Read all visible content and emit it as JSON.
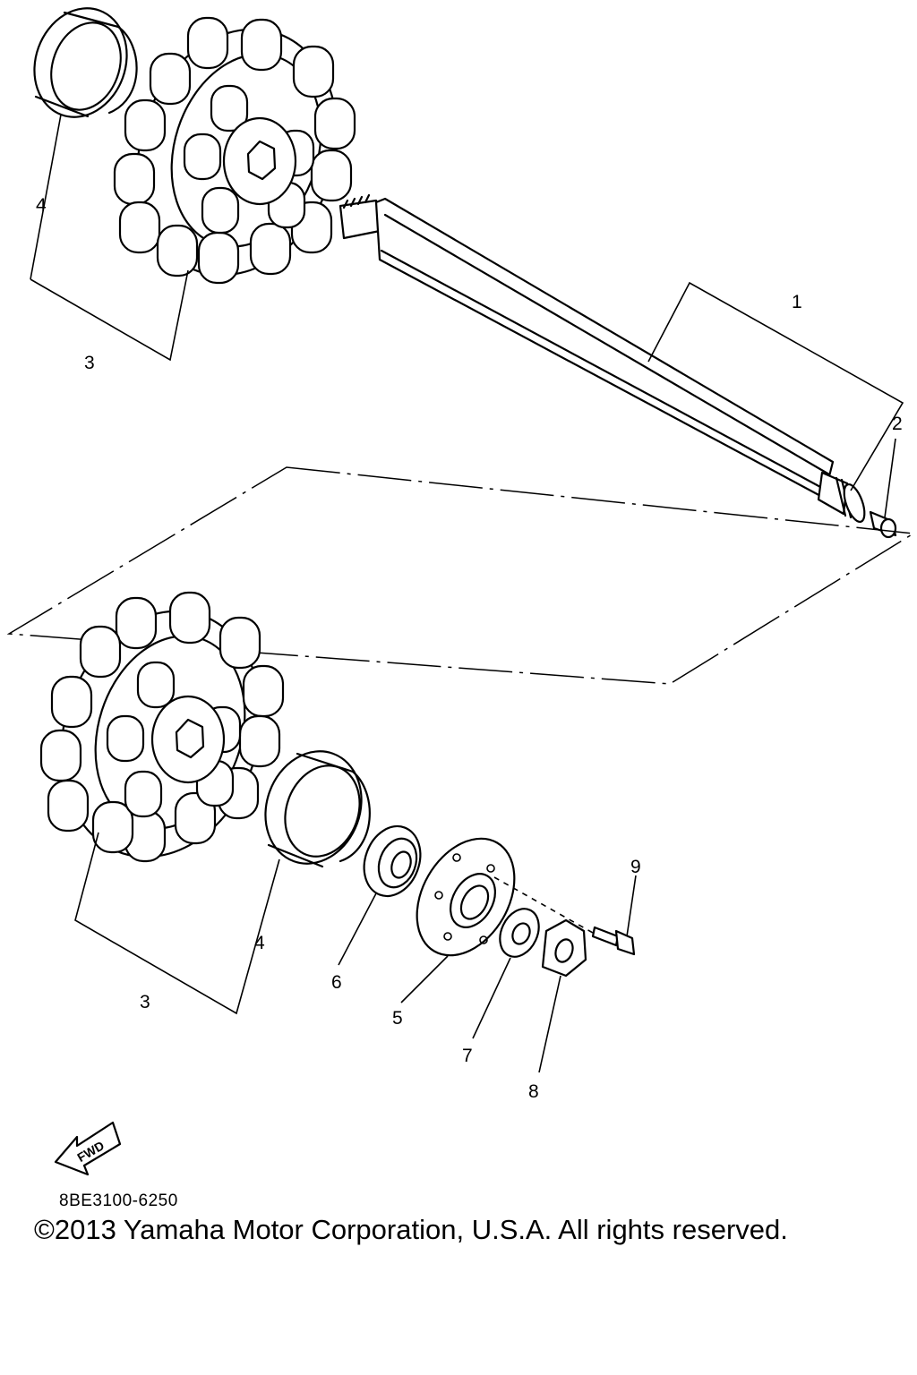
{
  "diagram": {
    "callouts": {
      "shaft": "1",
      "shaft_plug": "2",
      "sprocket_top": "3",
      "spacer_top": "4",
      "sprocket_bottom": "3",
      "spacer_bottom": "4",
      "bearing_housing": "5",
      "bearing": "6",
      "washer": "7",
      "nut": "8",
      "bolt": "9"
    },
    "fwd_label": "FWD"
  },
  "footer": {
    "diagram_code": "8BE3100-6250",
    "copyright": "©2013 Yamaha Motor Corporation, U.S.A. All rights reserved."
  }
}
